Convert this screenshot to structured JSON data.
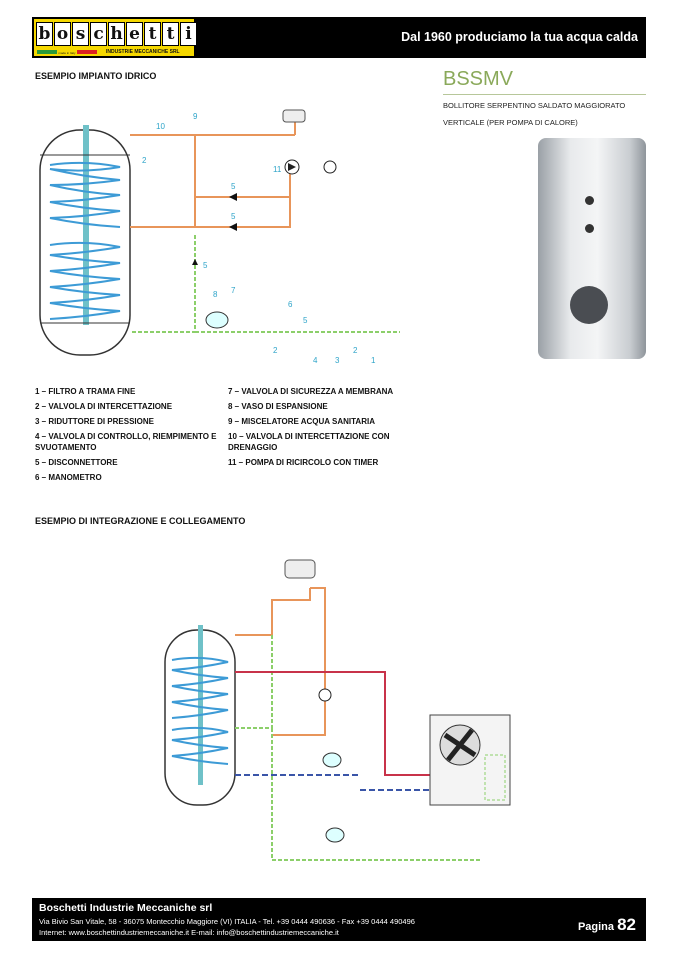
{
  "header": {
    "logo_letters": [
      "b",
      "o",
      "s",
      "c",
      "h",
      "e",
      "t",
      "t",
      "i"
    ],
    "logo_made_in": "made in Italy",
    "logo_sub": "INDUSTRIE MECCANICHE SRL",
    "tagline": "Dal 1960 produciamo la tua acqua calda"
  },
  "section1": {
    "title": "ESEMPIO IMPIANTO IDRICO"
  },
  "product": {
    "code": "BSSMV",
    "desc_line1": "BOLLITORE SERPENTINO SALDATO MAGGIORATO",
    "desc_line2": "VERTICALE (PER POMPA DI CALORE)"
  },
  "diagram1": {
    "labels": [
      "10",
      "9",
      "2",
      "11",
      "5",
      "5",
      "5",
      "8",
      "7",
      "6",
      "5",
      "2",
      "4",
      "3",
      "2",
      "1"
    ]
  },
  "legend": {
    "left": [
      "1 – FILTRO A TRAMA FINE",
      "2 – VALVOLA DI INTERCETTAZIONE",
      "3 – RIDUTTORE DI PRESSIONE",
      "4 – VALVOLA DI CONTROLLO, RIEMPIMENTO E SVUOTAMENTO",
      "5 – DISCONNETTORE",
      "6 – MANOMETRO"
    ],
    "right": [
      "7 – VALVOLA DI SICUREZZA A MEMBRANA",
      "8 – VASO DI ESPANSIONE",
      "9 – MISCELATORE ACQUA SANITARIA",
      "10 – VALVOLA DI INTERCETTAZIONE CON DRENAGGIO",
      "11 – POMPA DI RICIRCOLO CON TIMER"
    ]
  },
  "section2": {
    "title": "ESEMPIO DI INTEGRAZIONE E COLLEGAMENTO"
  },
  "footer": {
    "company": "Boschetti Industrie Meccaniche srl",
    "address": "Via Bivio San Vitale, 58 - 36075 Montecchio Maggiore (VI) ITALIA - Tel. +39 0444 490636 - Fax +39 0444 490496",
    "web": "Internet: www.boschettindustriemeccaniche.it  E-mail: info@boschettindustriemeccaniche.it",
    "page_label": "Pagina",
    "page_number": "82"
  },
  "colors": {
    "hot": "#e8955a",
    "cold": "#8ccf6a",
    "coil": "#3d9bd6",
    "red": "#c8324a",
    "blue_dash": "#3a55a8",
    "accent": "#8aa95a"
  }
}
